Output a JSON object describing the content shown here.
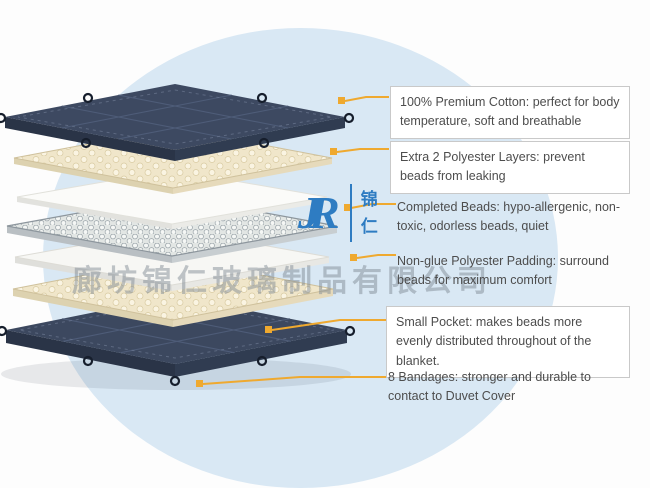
{
  "colors": {
    "accent_connector": "#efa92f",
    "cover_navy": "#3d4961",
    "polyester_cream": "#f0e6ca",
    "background_circle": "#d9e8f4",
    "logo_blue": "#2e7cc2",
    "callout_text": "#4d4d4d"
  },
  "watermark": {
    "logo_j": "J",
    "logo_r": "R",
    "logo_cn_top": "锦",
    "logo_cn_bottom": "仁",
    "company": "廊坊锦仁玻璃制品有限公司"
  },
  "diagram": {
    "layer_names": [
      "top-quilted-cotton-cover",
      "upper-polyester-dot-layer",
      "upper-padding-sheet",
      "completed-beads-layer",
      "lower-padding-sheet",
      "lower-polyester-dot-layer",
      "bottom-quilted-cotton-cover"
    ],
    "bandage_count": "8"
  },
  "callouts": [
    {
      "text": "100% Premium Cotton: perfect for body temperature, soft and breathable"
    },
    {
      "text": "Extra 2 Polyester Layers: prevent beads from leaking"
    },
    {
      "text": "Completed Beads: hypo-allergenic, non-toxic, odorless beads, quiet"
    },
    {
      "text": "Non-glue Polyester Padding: surround beads for maximum comfort"
    },
    {
      "text": "Small Pocket: makes beads more evenly distributed throughout of the blanket."
    },
    {
      "text": "8 Bandages: stronger and durable to contact to Duvet Cover"
    }
  ]
}
